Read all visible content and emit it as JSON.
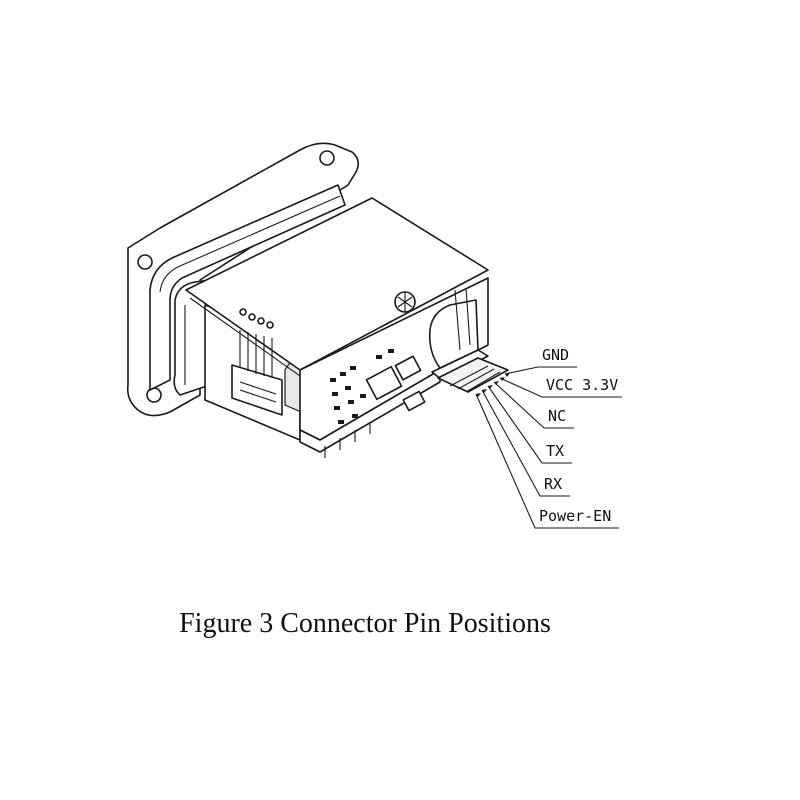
{
  "caption": "Figure 3 Connector Pin Positions",
  "pins": [
    {
      "label": "GND"
    },
    {
      "label": "VCC 3.3V"
    },
    {
      "label": "NC"
    },
    {
      "label": "TX"
    },
    {
      "label": "RX"
    },
    {
      "label": "Power-EN"
    }
  ],
  "colors": {
    "line": "#1a1a1a",
    "background": "#ffffff"
  }
}
